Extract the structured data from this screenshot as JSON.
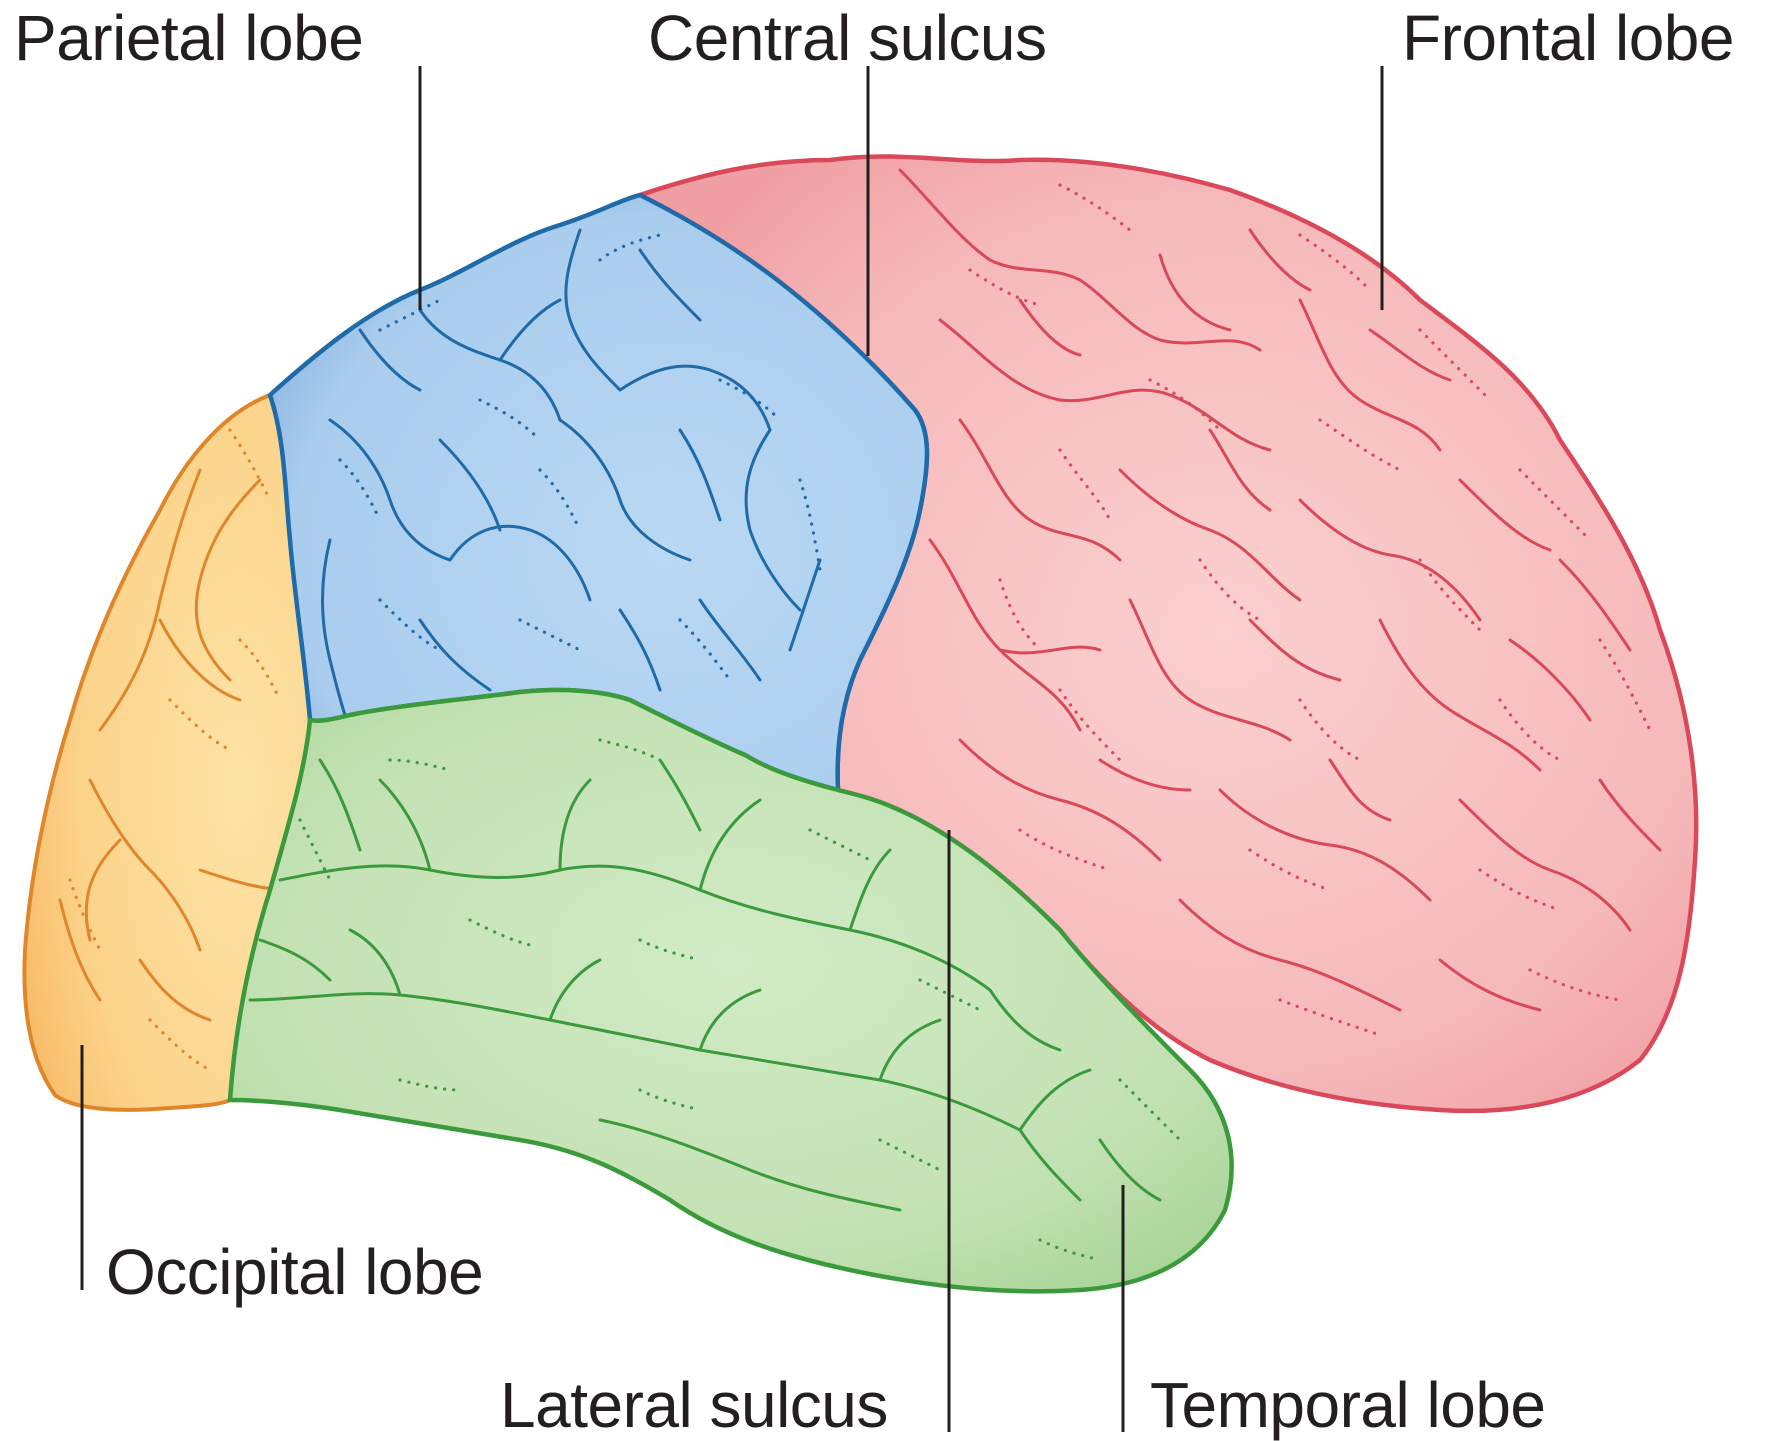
{
  "labels": {
    "parietal": "Parietal lobe",
    "central": "Central sulcus",
    "frontal": "Frontal lobe",
    "occipital": "Occipital lobe",
    "lateral": "Lateral sulcus",
    "temporal": "Temporal lobe"
  },
  "colors": {
    "frontal_fill": "#f6b8b8",
    "frontal_stroke": "#d9495a",
    "parietal_fill": "#aecfee",
    "parietal_stroke": "#1f6aa8",
    "occipital_fill": "#fcd58e",
    "occipital_stroke": "#e0862a",
    "temporal_fill": "#c3e2b4",
    "temporal_stroke": "#3a9a3c",
    "leader_line": "#231f20"
  }
}
